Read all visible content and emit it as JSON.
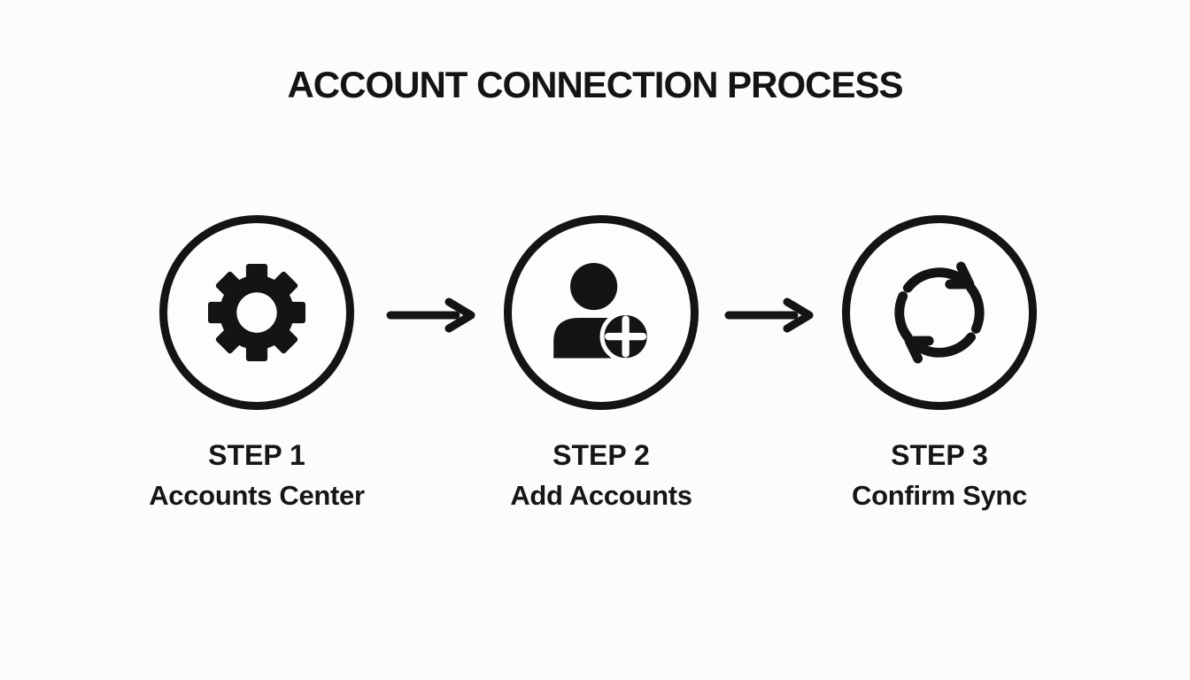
{
  "page": {
    "background": "#fcfcfc",
    "ink": "#141414"
  },
  "title": "ACCOUNT CONNECTION PROCESS",
  "steps": [
    {
      "step": "STEP 1",
      "label": "Accounts Center",
      "icon": "gear-icon"
    },
    {
      "step": "STEP 2",
      "label": "Add Accounts",
      "icon": "user-add-icon"
    },
    {
      "step": "STEP 3",
      "label": "Confirm Sync",
      "icon": "sync-icon"
    }
  ],
  "connectors": [
    {
      "icon": "arrow-right-icon"
    },
    {
      "icon": "arrow-right-icon"
    }
  ]
}
